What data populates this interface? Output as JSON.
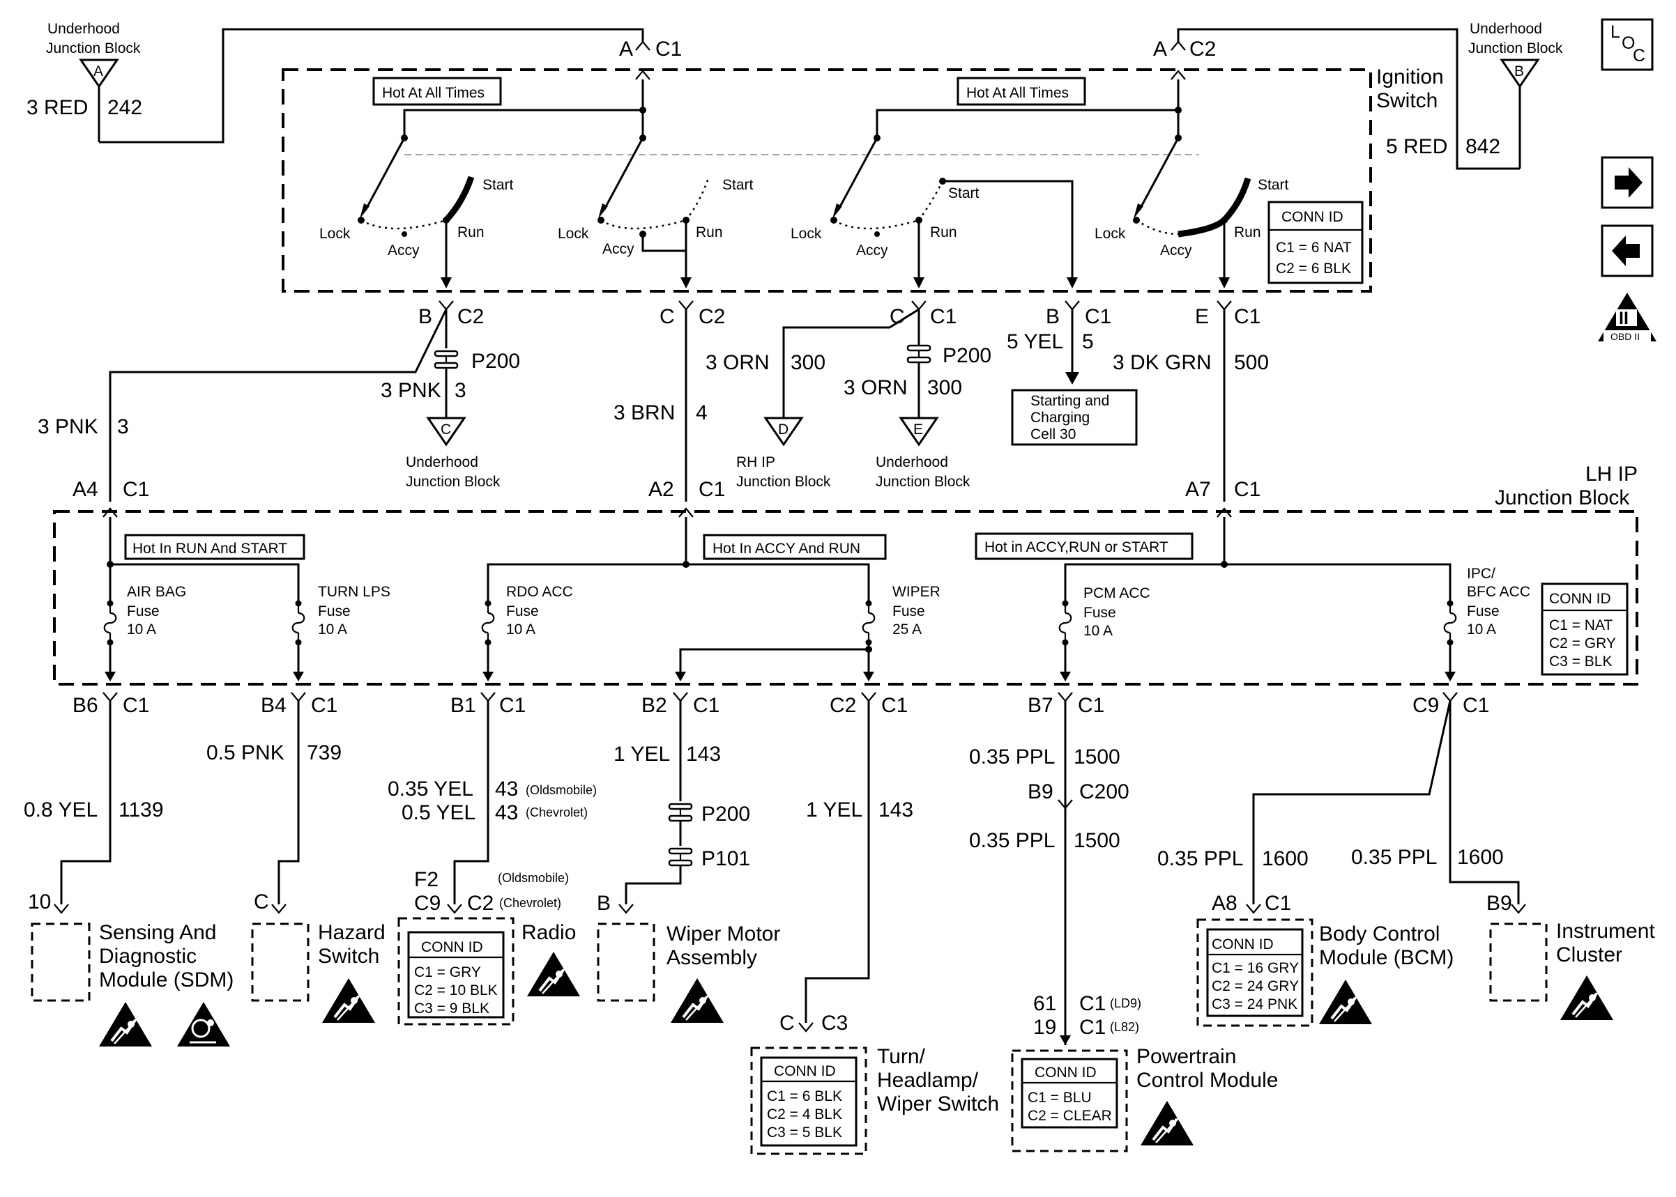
{
  "top": {
    "left_source": {
      "title1": "Underhood",
      "title2": "Junction Block",
      "letter": "A",
      "wire": "3 RED",
      "circuit": "242"
    },
    "right_source": {
      "title1": "Underhood",
      "title2": "Junction Block",
      "letter": "B",
      "wire": "5 RED",
      "circuit": "842"
    },
    "c1_pin": "A",
    "c1_conn": "C1",
    "c2_pin": "A",
    "c2_conn": "C2",
    "loc": {
      "l": "L",
      "o": "O",
      "c": "C"
    },
    "obd": "OBD II"
  },
  "ignition_switch": {
    "title1": "Ignition",
    "title2": "Switch",
    "hot1": "Hot At All Times",
    "hot2": "Hot At All Times",
    "positions": {
      "lock": "Lock",
      "accy": "Accy",
      "run": "Run",
      "start": "Start"
    },
    "conn_id": {
      "title": "CONN ID",
      "c1": "C1 = 6 NAT",
      "c2": "C2 = 6 BLK"
    }
  },
  "ign_outputs": {
    "o1": {
      "pin": "B",
      "conn": "C2"
    },
    "o2": {
      "pin": "C",
      "conn": "C2"
    },
    "o3": {
      "pin": "C",
      "conn": "C1"
    },
    "o4": {
      "pin": "B",
      "conn": "C1"
    },
    "o5": {
      "pin": "E",
      "conn": "C1"
    }
  },
  "mid": {
    "p200_a": "P200",
    "pnk3_wire": "3 PNK",
    "pnk3_circ": "3",
    "jb_c": {
      "letter": "C",
      "t1": "Underhood",
      "t2": "Junction Block"
    },
    "pnk3b_wire": "3 PNK",
    "pnk3b_circ": "3",
    "brn_wire": "3 BRN",
    "brn_circ": "4",
    "orn1_wire": "3 ORN",
    "orn1_circ": "300",
    "jb_d": {
      "letter": "D",
      "t1": "RH IP",
      "t2": "Junction Block"
    },
    "p200_b": "P200",
    "orn2_wire": "3 ORN",
    "orn2_circ": "300",
    "jb_e": {
      "letter": "E",
      "t1": "Underhood",
      "t2": "Junction Block"
    },
    "yel5_wire": "5 YEL",
    "yel5_circ": "5",
    "starting": {
      "l1": "Starting and",
      "l2": "Charging",
      "l3": "Cell 30"
    },
    "grn_wire": "3 DK GRN",
    "grn_circ": "500"
  },
  "lhip": {
    "title1": "LH IP",
    "title2": "Junction Block",
    "in1": {
      "pin": "A4",
      "conn": "C1"
    },
    "in2": {
      "pin": "A2",
      "conn": "C1"
    },
    "in3": {
      "pin": "A7",
      "conn": "C1"
    },
    "hot_run_start": "Hot In RUN And START",
    "hot_accy_run": "Hot In ACCY And RUN",
    "hot_accy_run_start": "Hot in ACCY,RUN or START",
    "fuses": {
      "airbag": {
        "l1": "AIR BAG",
        "l2": "Fuse",
        "l3": "10 A"
      },
      "turn": {
        "l1": "TURN LPS",
        "l2": "Fuse",
        "l3": "10 A"
      },
      "rdo": {
        "l1": "RDO ACC",
        "l2": "Fuse",
        "l3": "10 A"
      },
      "wiper": {
        "l1": "WIPER",
        "l2": "Fuse",
        "l3": "25 A"
      },
      "pcm": {
        "l1": "PCM ACC",
        "l2": "Fuse",
        "l3": "10 A"
      },
      "ipc": {
        "l1": "IPC/",
        "l2": "BFC ACC",
        "l3": "Fuse",
        "l4": "10 A"
      }
    },
    "conn_id": {
      "title": "CONN ID",
      "c1": "C1 = NAT",
      "c2": "C2 = GRY",
      "c3": "C3 = BLK"
    }
  },
  "lhip_out": {
    "o1": {
      "pin": "B6",
      "conn": "C1"
    },
    "o2": {
      "pin": "B4",
      "conn": "C1"
    },
    "o3": {
      "pin": "B1",
      "conn": "C1"
    },
    "o4": {
      "pin": "B2",
      "conn": "C1"
    },
    "o5": {
      "pin": "C2",
      "conn": "C1"
    },
    "o6": {
      "pin": "B7",
      "conn": "C1"
    },
    "o7": {
      "pin": "C9",
      "conn": "C1"
    }
  },
  "wires_low": {
    "pnk05_wire": "0.5 PNK",
    "pnk05_circ": "739",
    "yel08_wire": "0.8 YEL",
    "yel08_circ": "1139",
    "yel035_wire": "0.35 YEL",
    "yel035_circ": "43",
    "yel035_note": "(Oldsmobile)",
    "yel05_wire": "0.5 YEL",
    "yel05_circ": "43",
    "yel05_note": "(Chevrolet)",
    "yel1a_wire": "1 YEL",
    "yel1a_circ": "143",
    "p200": "P200",
    "p101": "P101",
    "yel1b_wire": "1 YEL",
    "yel1b_circ": "143",
    "ppl1_wire": "0.35 PPL",
    "ppl1_circ": "1500",
    "c200_pin": "B9",
    "c200_conn": "C200",
    "ppl2_wire": "0.35 PPL",
    "ppl2_circ": "1500",
    "ppl3_wire": "0.35 PPL",
    "ppl3_circ": "1600",
    "ppl4_wire": "0.35 PPL",
    "ppl4_circ": "1600"
  },
  "components": {
    "sdm": {
      "pin": "10",
      "l1": "Sensing And",
      "l2": "Diagnostic",
      "l3": "Module (SDM)"
    },
    "hazard": {
      "pin": "C",
      "l1": "Hazard",
      "l2": "Switch"
    },
    "radio": {
      "pin_a": "F2",
      "pin_b": "C9",
      "conn_a": "(Oldsmobile)",
      "conn_b": "C2",
      "conn_b_note": "(Chevrolet)",
      "label": "Radio",
      "conn_id": {
        "title": "CONN ID",
        "c1": "C1 = GRY",
        "c2": "C2 = 10 BLK",
        "c3": "C3 = 9 BLK"
      }
    },
    "wiper_motor": {
      "pin": "B",
      "l1": "Wiper Motor",
      "l2": "Assembly"
    },
    "turn_switch": {
      "pin": "C",
      "conn": "C3",
      "l1": "Turn/",
      "l2": "Headlamp/",
      "l3": "Wiper Switch",
      "conn_id": {
        "title": "CONN ID",
        "c1": "C1 = 6 BLK",
        "c2": "C2 = 4 BLK",
        "c3": "C3 = 5 BLK"
      }
    },
    "pcm": {
      "pin_a": "61",
      "conn_a": "C1",
      "note_a": "(LD9)",
      "pin_b": "19",
      "conn_b": "C1",
      "note_b": "(L82)",
      "l1": "Powertrain",
      "l2": "Control Module",
      "conn_id": {
        "title": "CONN ID",
        "c1": "C1 = BLU",
        "c2": "C2 = CLEAR"
      }
    },
    "bcm": {
      "pin": "A8",
      "conn": "C1",
      "l1": "Body Control",
      "l2": "Module (BCM)",
      "conn_id": {
        "title": "CONN ID",
        "c1": "C1 = 16 GRY",
        "c2": "C2 = 24 GRY",
        "c3": "C3 = 24 PNK"
      }
    },
    "ipc": {
      "pin": "B9",
      "l1": "Instrument",
      "l2": "Cluster"
    }
  }
}
